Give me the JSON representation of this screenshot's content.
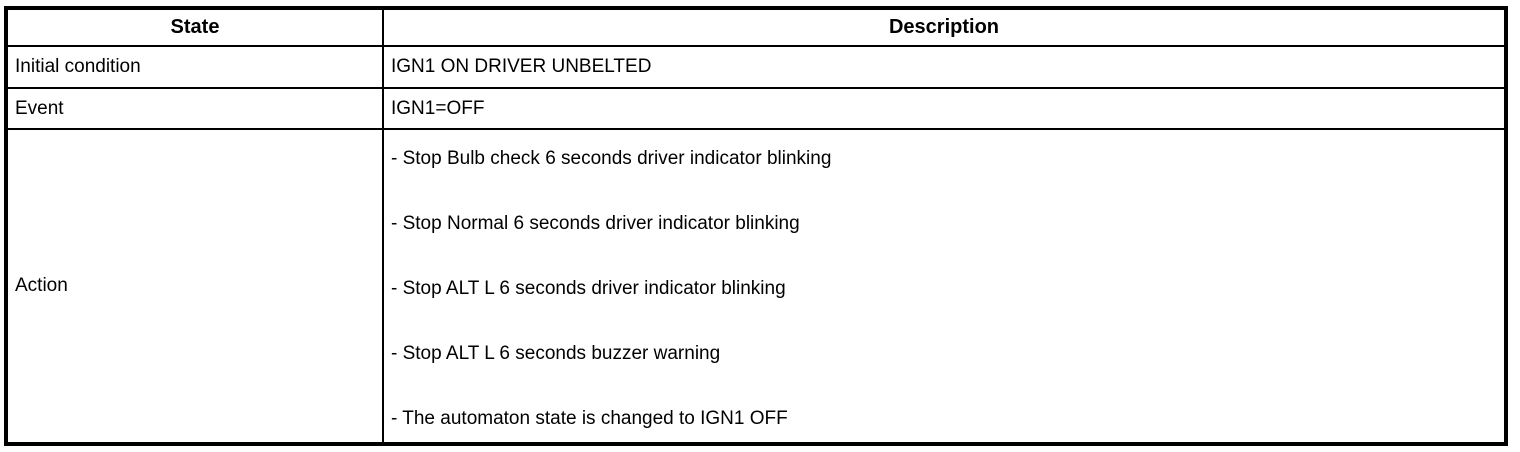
{
  "table": {
    "header": {
      "state": "State",
      "description": "Description"
    },
    "rows": [
      {
        "state": "Initial condition",
        "description": [
          "IGN1 ON DRIVER UNBELTED"
        ]
      },
      {
        "state": "Event",
        "description": [
          "IGN1=OFF"
        ]
      },
      {
        "state": "Action",
        "description": [
          "- Stop Bulb check 6 seconds driver indicator blinking",
          "- Stop Normal 6 seconds driver indicator blinking",
          "- Stop ALT L 6 seconds driver indicator blinking",
          "- Stop ALT L 6 seconds buzzer warning",
          "- The automaton state is changed to IGN1 OFF"
        ]
      }
    ],
    "colors": {
      "border": "#000000",
      "text": "#000000",
      "background": "#ffffff"
    }
  }
}
